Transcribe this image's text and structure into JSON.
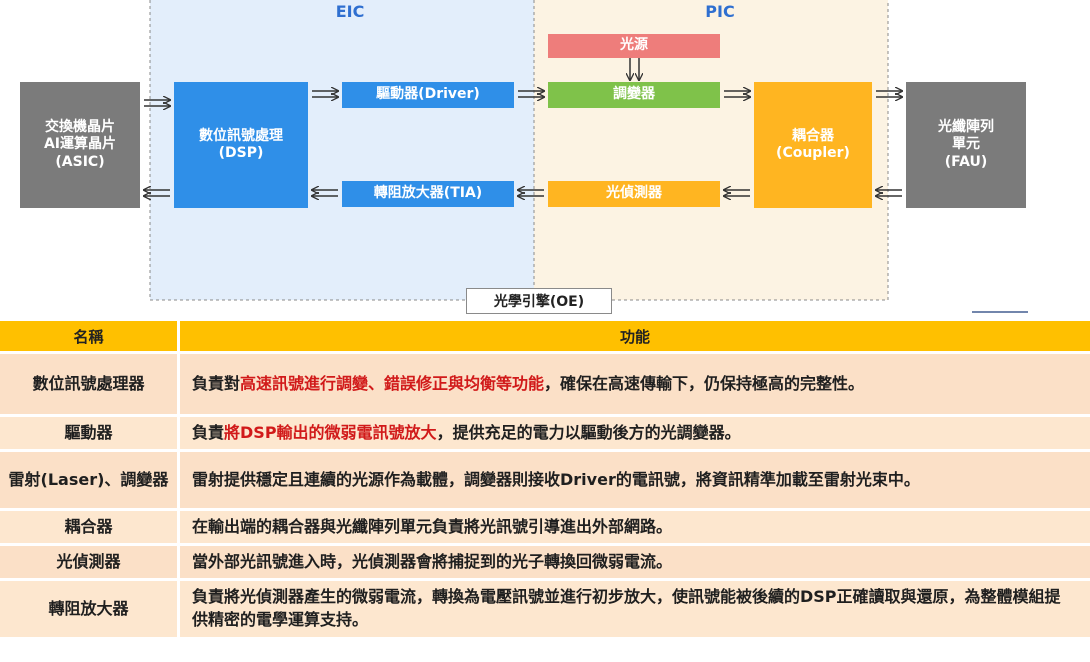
{
  "diagram": {
    "eic_label": "EIC",
    "pic_label": "PIC",
    "oe_label": "光學引擎(OE)",
    "asic": "交換機晶片\nAI運算晶片\n(ASIC)",
    "dsp": "數位訊號處理\n(DSP)",
    "driver": "驅動器(Driver)",
    "tia": "轉阻放大器(TIA)",
    "light_source": "光源",
    "modulator": "調變器",
    "photodetector": "光偵測器",
    "coupler": "耦合器\n(Coupler)",
    "fau": "光纖陣列\n單元\n(FAU)"
  },
  "colors": {
    "eic_bg": "#e3eefb",
    "pic_bg": "#fcf3e3",
    "grey_box": "#7b7b7b",
    "blue_box": "#2f8fe8",
    "pink_box": "#ee7d7b",
    "green_box": "#7fc24a",
    "orange_box": "#ffb521",
    "header": "#ffc000",
    "highlight": "#d11a1a"
  },
  "table": {
    "headers": [
      "名稱",
      "功能"
    ],
    "rows": [
      {
        "name": "數位訊號處理器",
        "parts": [
          "負責對",
          "高速訊號進行調變、錯誤修正與均衡等功能",
          "，確保在高速傳輸下，仍保持極高的完整性。"
        ]
      },
      {
        "name": "驅動器",
        "parts": [
          "負責",
          "將DSP輸出的微弱電訊號放大",
          "，提供充足的電力以驅動後方的光調變器。"
        ]
      },
      {
        "name": "雷射(Laser)、調變器",
        "parts": [
          "雷射提供穩定且連續的光源作為載體，調變器則接收Driver的電訊號，將資訊精準加載至雷射光束中。",
          "",
          ""
        ]
      },
      {
        "name": "耦合器",
        "parts": [
          "在輸出端的耦合器與光纖陣列單元負責將光訊號引導進出外部網路。",
          "",
          ""
        ]
      },
      {
        "name": "光偵測器",
        "parts": [
          "當外部光訊號進入時，光偵測器會將捕捉到的光子轉換回微弱電流。",
          "",
          ""
        ]
      },
      {
        "name": "轉阻放大器",
        "parts": [
          "負責將光偵測器產生的微弱電流，轉換為電壓訊號並進行初步放大，使訊號能被後續的DSP正確讀取與還原，為整體模組提供精密的電學運算支持。",
          "",
          ""
        ]
      }
    ]
  }
}
